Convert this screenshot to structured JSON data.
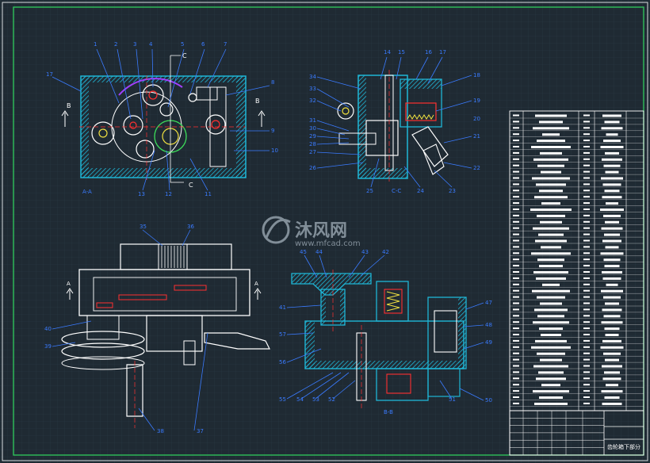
{
  "drawing": {
    "views": {
      "top_left": {
        "label": "A-A",
        "section_markers": [
          "B",
          "B",
          "C",
          "C"
        ]
      },
      "top_right": {
        "label": "C-C"
      },
      "bottom_left": {
        "section_markers": [
          "A",
          "A"
        ]
      },
      "bottom_right": {
        "label": "B-B"
      }
    },
    "part_numbers": {
      "view1_top": [
        "1",
        "2",
        "3",
        "4",
        "5",
        "6",
        "7"
      ],
      "view1_left": [
        "17"
      ],
      "view1_right": [
        "8",
        "9",
        "10"
      ],
      "view1_bottom": [
        "13",
        "12",
        "11"
      ],
      "view2_top": [
        "14",
        "15",
        "16",
        "17"
      ],
      "view2_left": [
        "34",
        "33",
        "32",
        "31",
        "30",
        "29",
        "28",
        "27",
        "26"
      ],
      "view2_right": [
        "18",
        "19",
        "20",
        "21",
        "22"
      ],
      "view2_bottom": [
        "25",
        "24",
        "23"
      ],
      "view3_top": [
        "35",
        "36"
      ],
      "view3_left": [
        "40",
        "39"
      ],
      "view3_bottom": [
        "38",
        "37"
      ],
      "view4_top": [
        "45",
        "44",
        "43",
        "42"
      ],
      "view4_left": [
        "41",
        "57",
        "56",
        "55"
      ],
      "view4_right": [
        "47",
        "48",
        "49",
        "50"
      ],
      "view4_bottom": [
        "54",
        "53",
        "52",
        "51"
      ]
    },
    "title_block": {
      "title": "齿轮箱下部分"
    },
    "watermark": {
      "brand": "沐风网",
      "url": "www.mfcad.com"
    }
  },
  "colors": {
    "background": "#1f2a33",
    "frame": "#d8dde0",
    "inner_frame": "#2ec05a",
    "grid": "#2b3a45",
    "part_line": "#ffffff",
    "leader": "#3a7bff",
    "hatch": "#1fb6d6",
    "highlight_red": "#ff3030",
    "yellow": "#f0e040",
    "green_gear": "#3ddc5a",
    "purple_gear": "#a040ff",
    "watermark": "#9aa7b2"
  }
}
